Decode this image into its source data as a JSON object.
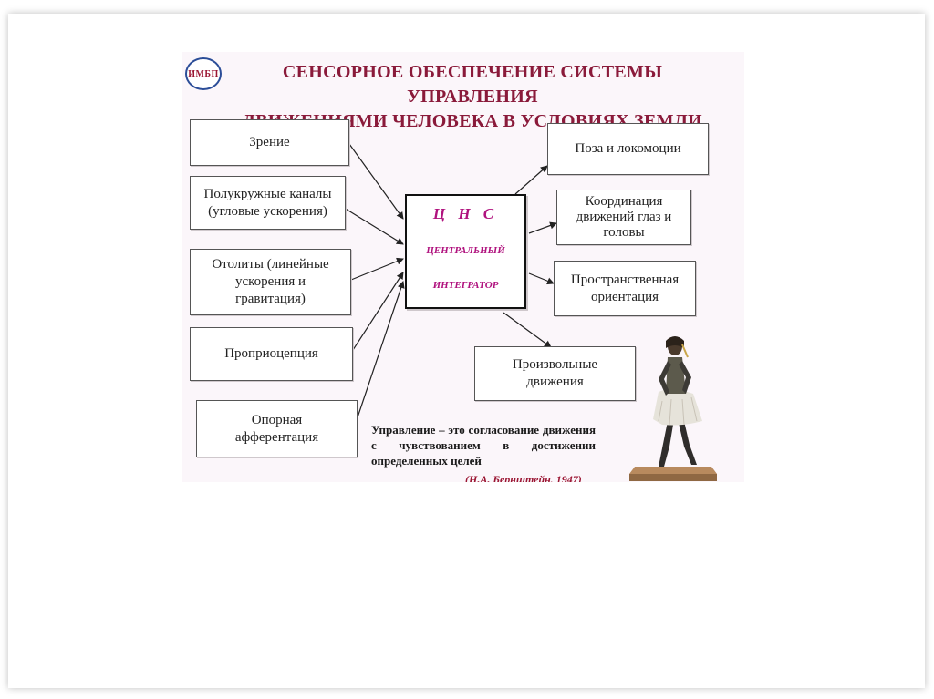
{
  "logo_text": "ИМБП",
  "title": {
    "line1": "СЕНСОРНОЕ ОБЕСПЕЧЕНИЕ СИСТЕМЫ УПРАВЛЕНИЯ",
    "line2": "ДВИЖЕНИЯМИ ЧЕЛОВЕКА В УСЛОВИЯХ ЗЕМЛИ"
  },
  "inputs": [
    {
      "label": "Зрение"
    },
    {
      "label": "Полукружные каналы (угловые ускорения)"
    },
    {
      "label": "Отолиты (линейные ускорения и гравитация)"
    },
    {
      "label": "Проприоцепция"
    },
    {
      "label": "Опорная афферентация"
    }
  ],
  "center": {
    "line1": "Ц Н С",
    "line2": "ЦЕНТРАЛЬНЫЙ",
    "line3": "ИНТЕГРАТОР"
  },
  "outputs": [
    {
      "label": "Поза и локомоции"
    },
    {
      "label": "Координация движений глаз и головы"
    },
    {
      "label": "Пространственная ориентация"
    },
    {
      "label": "Произвольные движения"
    }
  ],
  "quote": {
    "text": "Управление – это согласование движения с чувствованием в достижении определенных целей",
    "author": "(Н.А. Бернштейн, 1947)"
  }
}
